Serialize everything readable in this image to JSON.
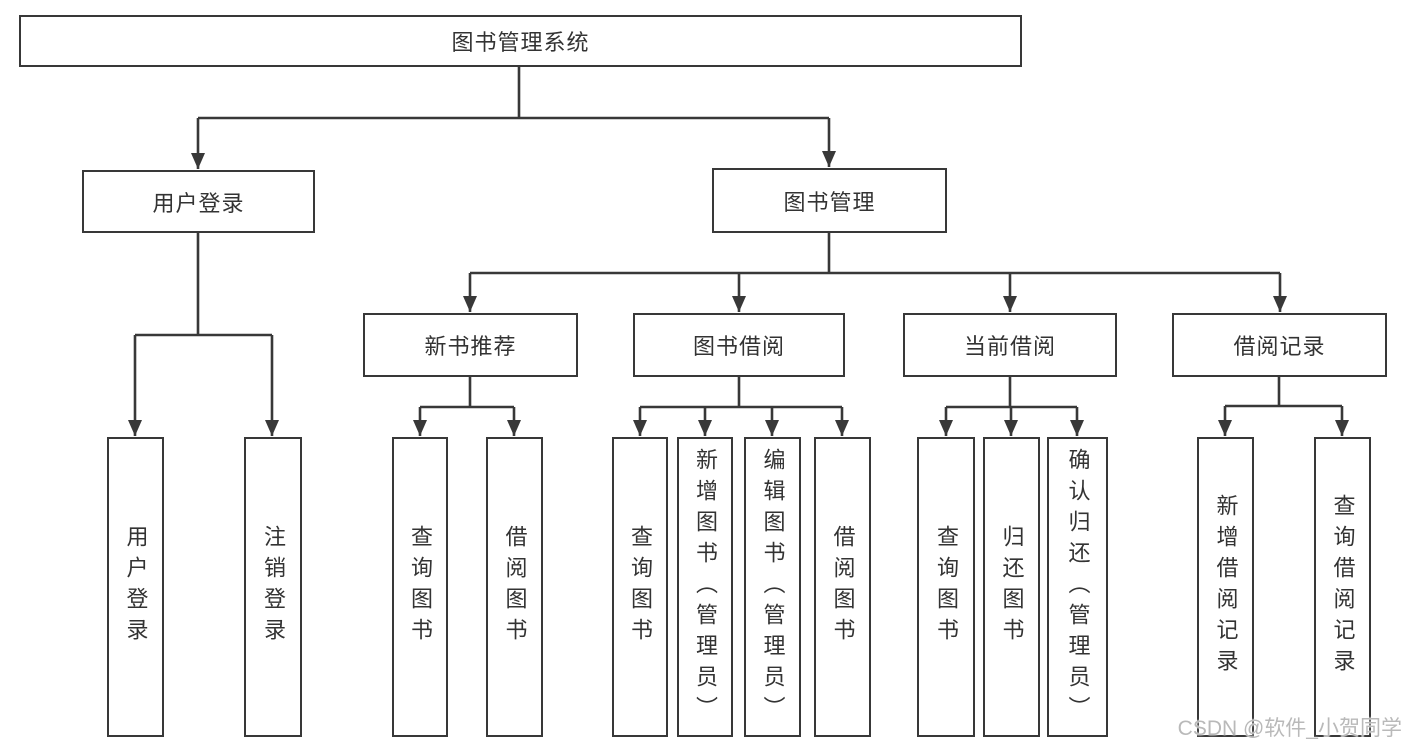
{
  "colors": {
    "background": "#ffffff",
    "line": "#383838",
    "box_border": "#383838",
    "text": "#333333",
    "watermark": "#b9b9b9"
  },
  "watermark": {
    "text": "CSDN @软件_小贺同学"
  },
  "tree": {
    "root": {
      "label": "图书管理系统"
    },
    "branches": [
      {
        "label": "用户登录",
        "leaves": [
          "用户登录",
          "注销登录"
        ]
      },
      {
        "label": "图书管理",
        "groups": [
          {
            "label": "新书推荐",
            "leaves": [
              "查询图书",
              "借阅图书"
            ]
          },
          {
            "label": "图书借阅",
            "leaves": [
              "查询图书",
              "新增图书（管理员）",
              "编辑图书（管理员）",
              "借阅图书"
            ]
          },
          {
            "label": "当前借阅",
            "leaves": [
              "查询图书",
              "归还图书",
              "确认归还（管理员）"
            ]
          },
          {
            "label": "借阅记录",
            "leaves": [
              "新增借阅记录",
              "查询借阅记录"
            ]
          }
        ]
      }
    ]
  }
}
